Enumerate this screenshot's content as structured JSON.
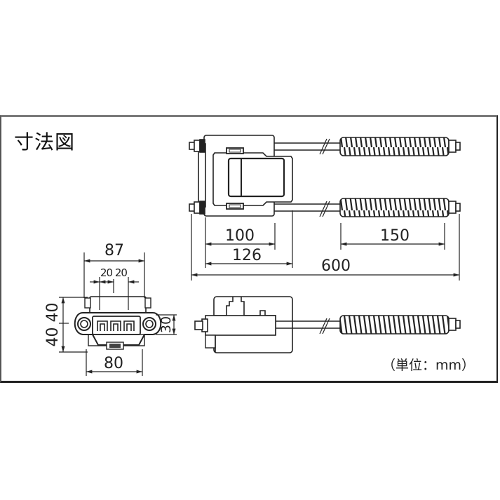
{
  "figure": {
    "title": "寸法図",
    "unit_note": "（単位：mm）"
  },
  "top_view": {
    "dimensions": {
      "body_inner": "100",
      "body_outer": "126",
      "spring_length": "150",
      "overall_length": "600"
    }
  },
  "front_view": {
    "dimensions": {
      "top_width": "87",
      "pitch_left": "20",
      "pitch_right": "20",
      "pitch_label": "20 20",
      "height_upper": "40",
      "height_lower": "40",
      "height_label": "40 40",
      "mount_height": "30",
      "bottom_width": "80"
    }
  },
  "side_view": {}
}
